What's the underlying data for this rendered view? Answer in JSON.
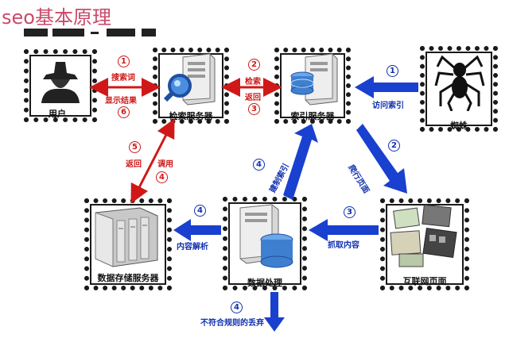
{
  "title": "seo基本原理",
  "nodes": {
    "user": "用户",
    "search_server": "检索服务器",
    "index_server": "索引服务器",
    "spider": "蜘蛛",
    "storage_server": "数据存储服务器",
    "data_processing": "数据处理",
    "internet_pages": "互联网页面"
  },
  "edges": {
    "search_word": "搜索词",
    "show_result": "显示结果",
    "retrieve": "检索",
    "return_1": "返回",
    "return_2": "返回",
    "call": "调用",
    "visit_index": "访问索引",
    "crawl_pages": "爬行页面",
    "build_index": "建制索引",
    "grab_content": "抓取内容",
    "content_parse": "内容解析",
    "discard": "不符合规则的丢弃"
  },
  "numbers": {
    "n_search_word": "1",
    "n_show_result": "6",
    "n_retrieve": "2",
    "n_return_1": "3",
    "n_return_2": "5",
    "n_call": "4",
    "n_visit_index": "1",
    "n_crawl_pages": "2",
    "n_build_index": "4",
    "n_grab_content": "3",
    "n_content_parse": "4",
    "n_discard": "4"
  },
  "colors": {
    "red": "#d01818",
    "blue": "#1030b0",
    "title": "#c94a6a"
  }
}
